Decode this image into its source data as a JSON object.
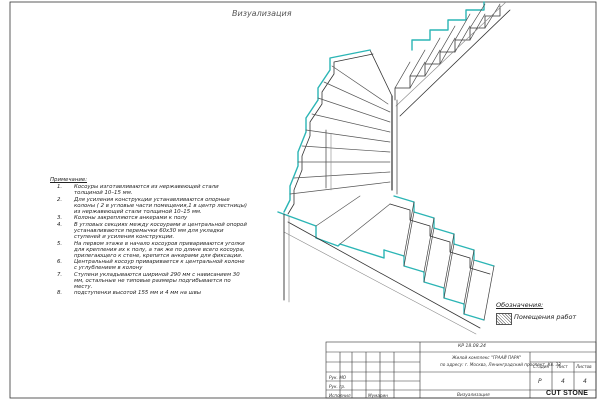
{
  "drawing": {
    "title": "Визуализация",
    "notes_heading": "Примечание:",
    "notes": [
      {
        "num": "1.",
        "text": "Косоуры изготавливаются из нержавеющей стали толщиной 10–15 мм."
      },
      {
        "num": "2.",
        "text": "Для усиления конструкции устанавливаются опорные колоны ( 2 в угловые части помещения,1 в центр лестницы) из нержавеющей стали толщиной 10–15 мм."
      },
      {
        "num": "3.",
        "text": "Колоны закрепляются анкерами к полу"
      },
      {
        "num": "4.",
        "text": "В угловых секциях между косоурами и центральной опорой устанавливаются перемычки 60х30 мм для укладки ступеней и усиления конструкции."
      },
      {
        "num": "5.",
        "text": "На первом этаже в начало косоуров привариваются уголки для крепления их к полу, а так же по длине всего косоура, прилегающего к стене, крепится анкерами для фиксации."
      },
      {
        "num": "6.",
        "text": "Центральный косоур приваривается к центральной колоне с углублением в колону"
      },
      {
        "num": "7.",
        "text": "Ступени укладываются шириной 290 мм с нависанием 30 мм, остальные не типовые размеры подгибывается по месту."
      },
      {
        "num": "8.",
        "text": "подступенки высотой 155 мм и 4 мм на швы"
      }
    ],
    "legend": {
      "title": "Обозначения:",
      "label": "Помещения работ"
    }
  },
  "title_block": {
    "code": "КР 18.08.24",
    "project_line1": "Жилой комплекс \"ГРААЙ ПАРК\"",
    "project_line2": "по адресу: г. Москва, Ленинградский проспект, Кв. 33",
    "col_stage": "Стадия",
    "col_sheet": "Лист",
    "col_sheets": "Листов",
    "stage": "Р",
    "sheet": "4",
    "sheets": "4",
    "rows": [
      {
        "role": "Рук. МО",
        "name": ""
      },
      {
        "role": "Рук. гр.",
        "name": ""
      },
      {
        "role": "Исполнил",
        "name": "Мумарин"
      }
    ],
    "bottom_text": "Визуализация",
    "logo": "CUT STONE"
  },
  "colors": {
    "line": "#333333",
    "accent": "#2bb5b5",
    "light": "#8a8a8a"
  }
}
